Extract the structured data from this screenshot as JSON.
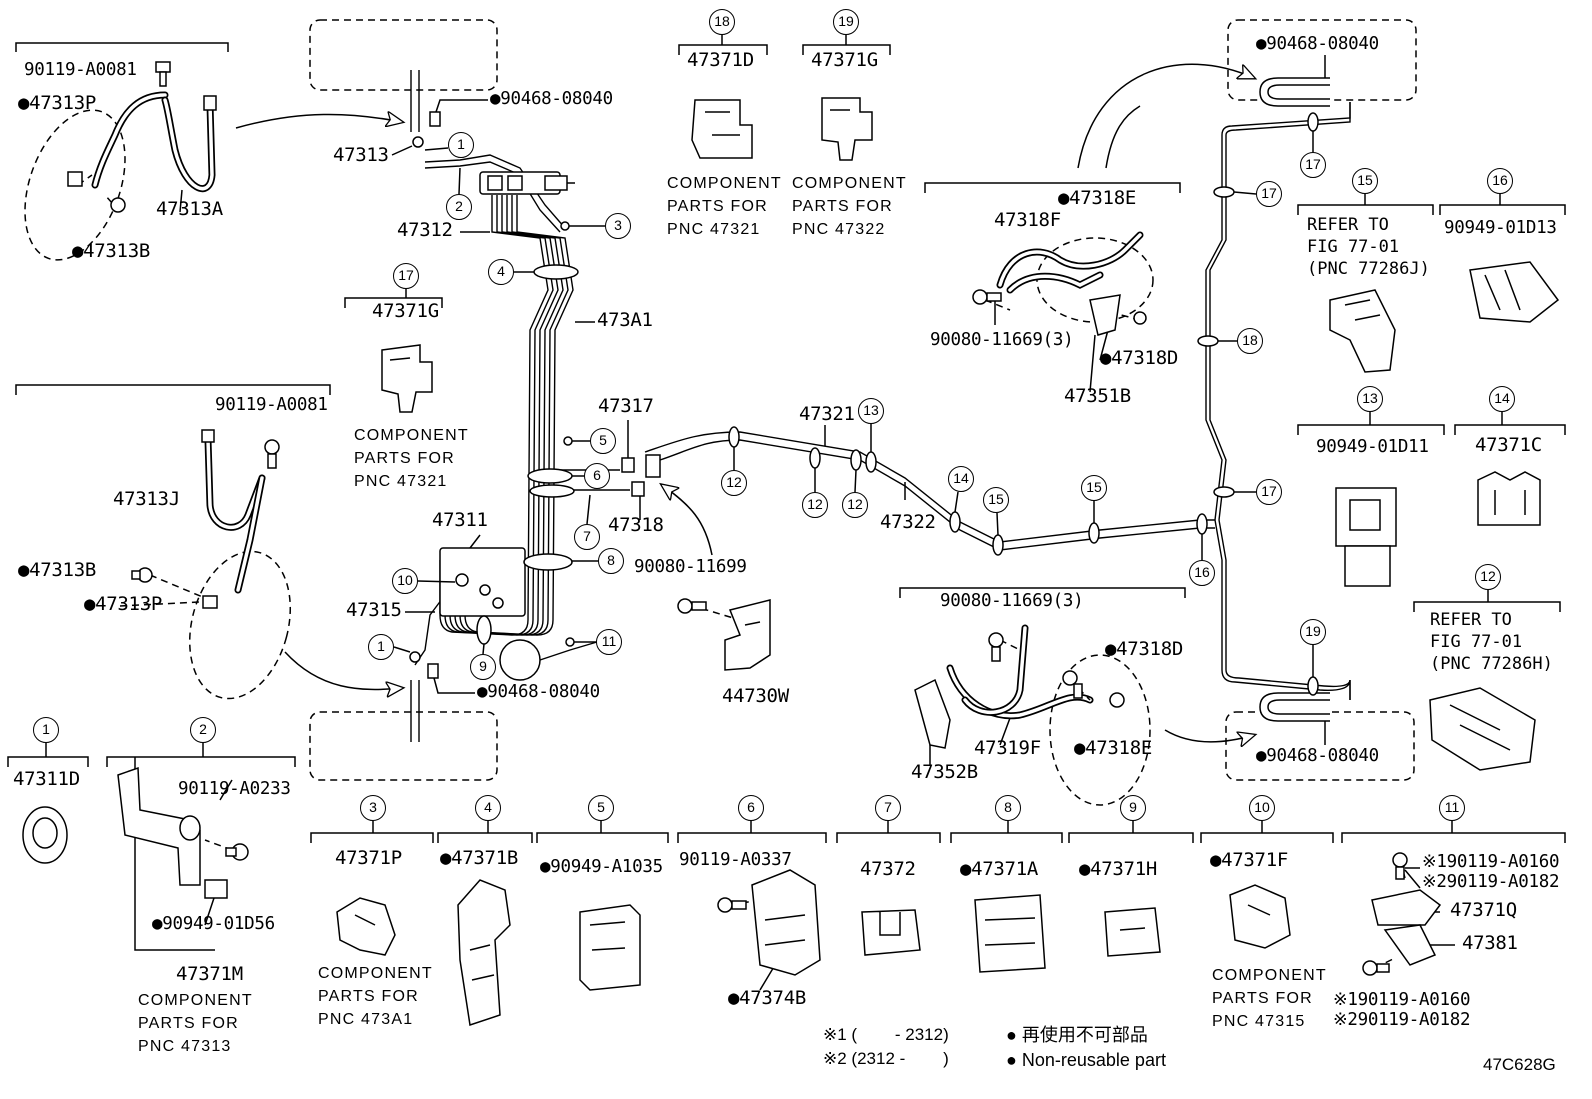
{
  "diagram": {
    "code": "47C628G"
  },
  "callouts": [
    "1",
    "2",
    "3",
    "4",
    "5",
    "6",
    "7",
    "8",
    "9",
    "10",
    "11",
    "1",
    "12",
    "12",
    "12",
    "13",
    "14",
    "15",
    "15",
    "16",
    "17",
    "17",
    "17",
    "18",
    "19",
    "18",
    "19",
    "17",
    "15",
    "16",
    "13",
    "14",
    "12",
    "1",
    "2",
    "3",
    "4",
    "5",
    "6",
    "7",
    "8",
    "9",
    "10",
    "11"
  ],
  "labels": [
    "90119-A0081",
    "●47313P",
    "47313A",
    "●47313B",
    "●90468-08040",
    "47313",
    "47312",
    "473A1",
    "47371D",
    "47371G",
    "COMPONENT\nPARTS FOR\nPNC 47321",
    "COMPONENT\nPARTS FOR\nPNC 47322",
    "47371G",
    "COMPONENT\nPARTS FOR\nPNC 47321",
    "90119-A0081",
    "47313J",
    "●47313B",
    "●47313P",
    "47311",
    "47315",
    "47317",
    "47318",
    "90080-11699",
    "44730W",
    "●90468-08040",
    "47321",
    "47322",
    "●47318E",
    "47318F",
    "90080-11669(3)",
    "●47318D",
    "47351B",
    "90080-11669(3)",
    "●47318D",
    "47319F",
    "●47318E",
    "47352B",
    "●90468-08040",
    "●90468-08040",
    "REFER TO\nFIG 77-01\n(PNC 77286J)",
    "90949-01D13",
    "90949-01D11",
    "47371C",
    "REFER TO\nFIG 77-01\n(PNC 77286H)",
    "47311D",
    "90119-A0233",
    "●90949-01D56",
    "47371M",
    "COMPONENT\nPARTS FOR\nPNC 47313",
    "47371P",
    "COMPONENT\nPARTS FOR\nPNC 473A1",
    "●47371B",
    "●90949-A1035",
    "90119-A0337",
    "●47374B",
    "47372",
    "●47371A",
    "●47371H",
    "●47371F",
    "COMPONENT\nPARTS FOR\nPNC 47315",
    "※190119-A0160",
    "※290119-A0182",
    "47371Q",
    "47381",
    "※190119-A0160",
    "※290119-A0182"
  ],
  "legend": {
    "note1": "※1 (        - 2312)",
    "note2": "※2 (2312 -        )",
    "nonreusable_ja": "● 再使用不可部品",
    "nonreusable_en": "● Non-reusable part"
  }
}
